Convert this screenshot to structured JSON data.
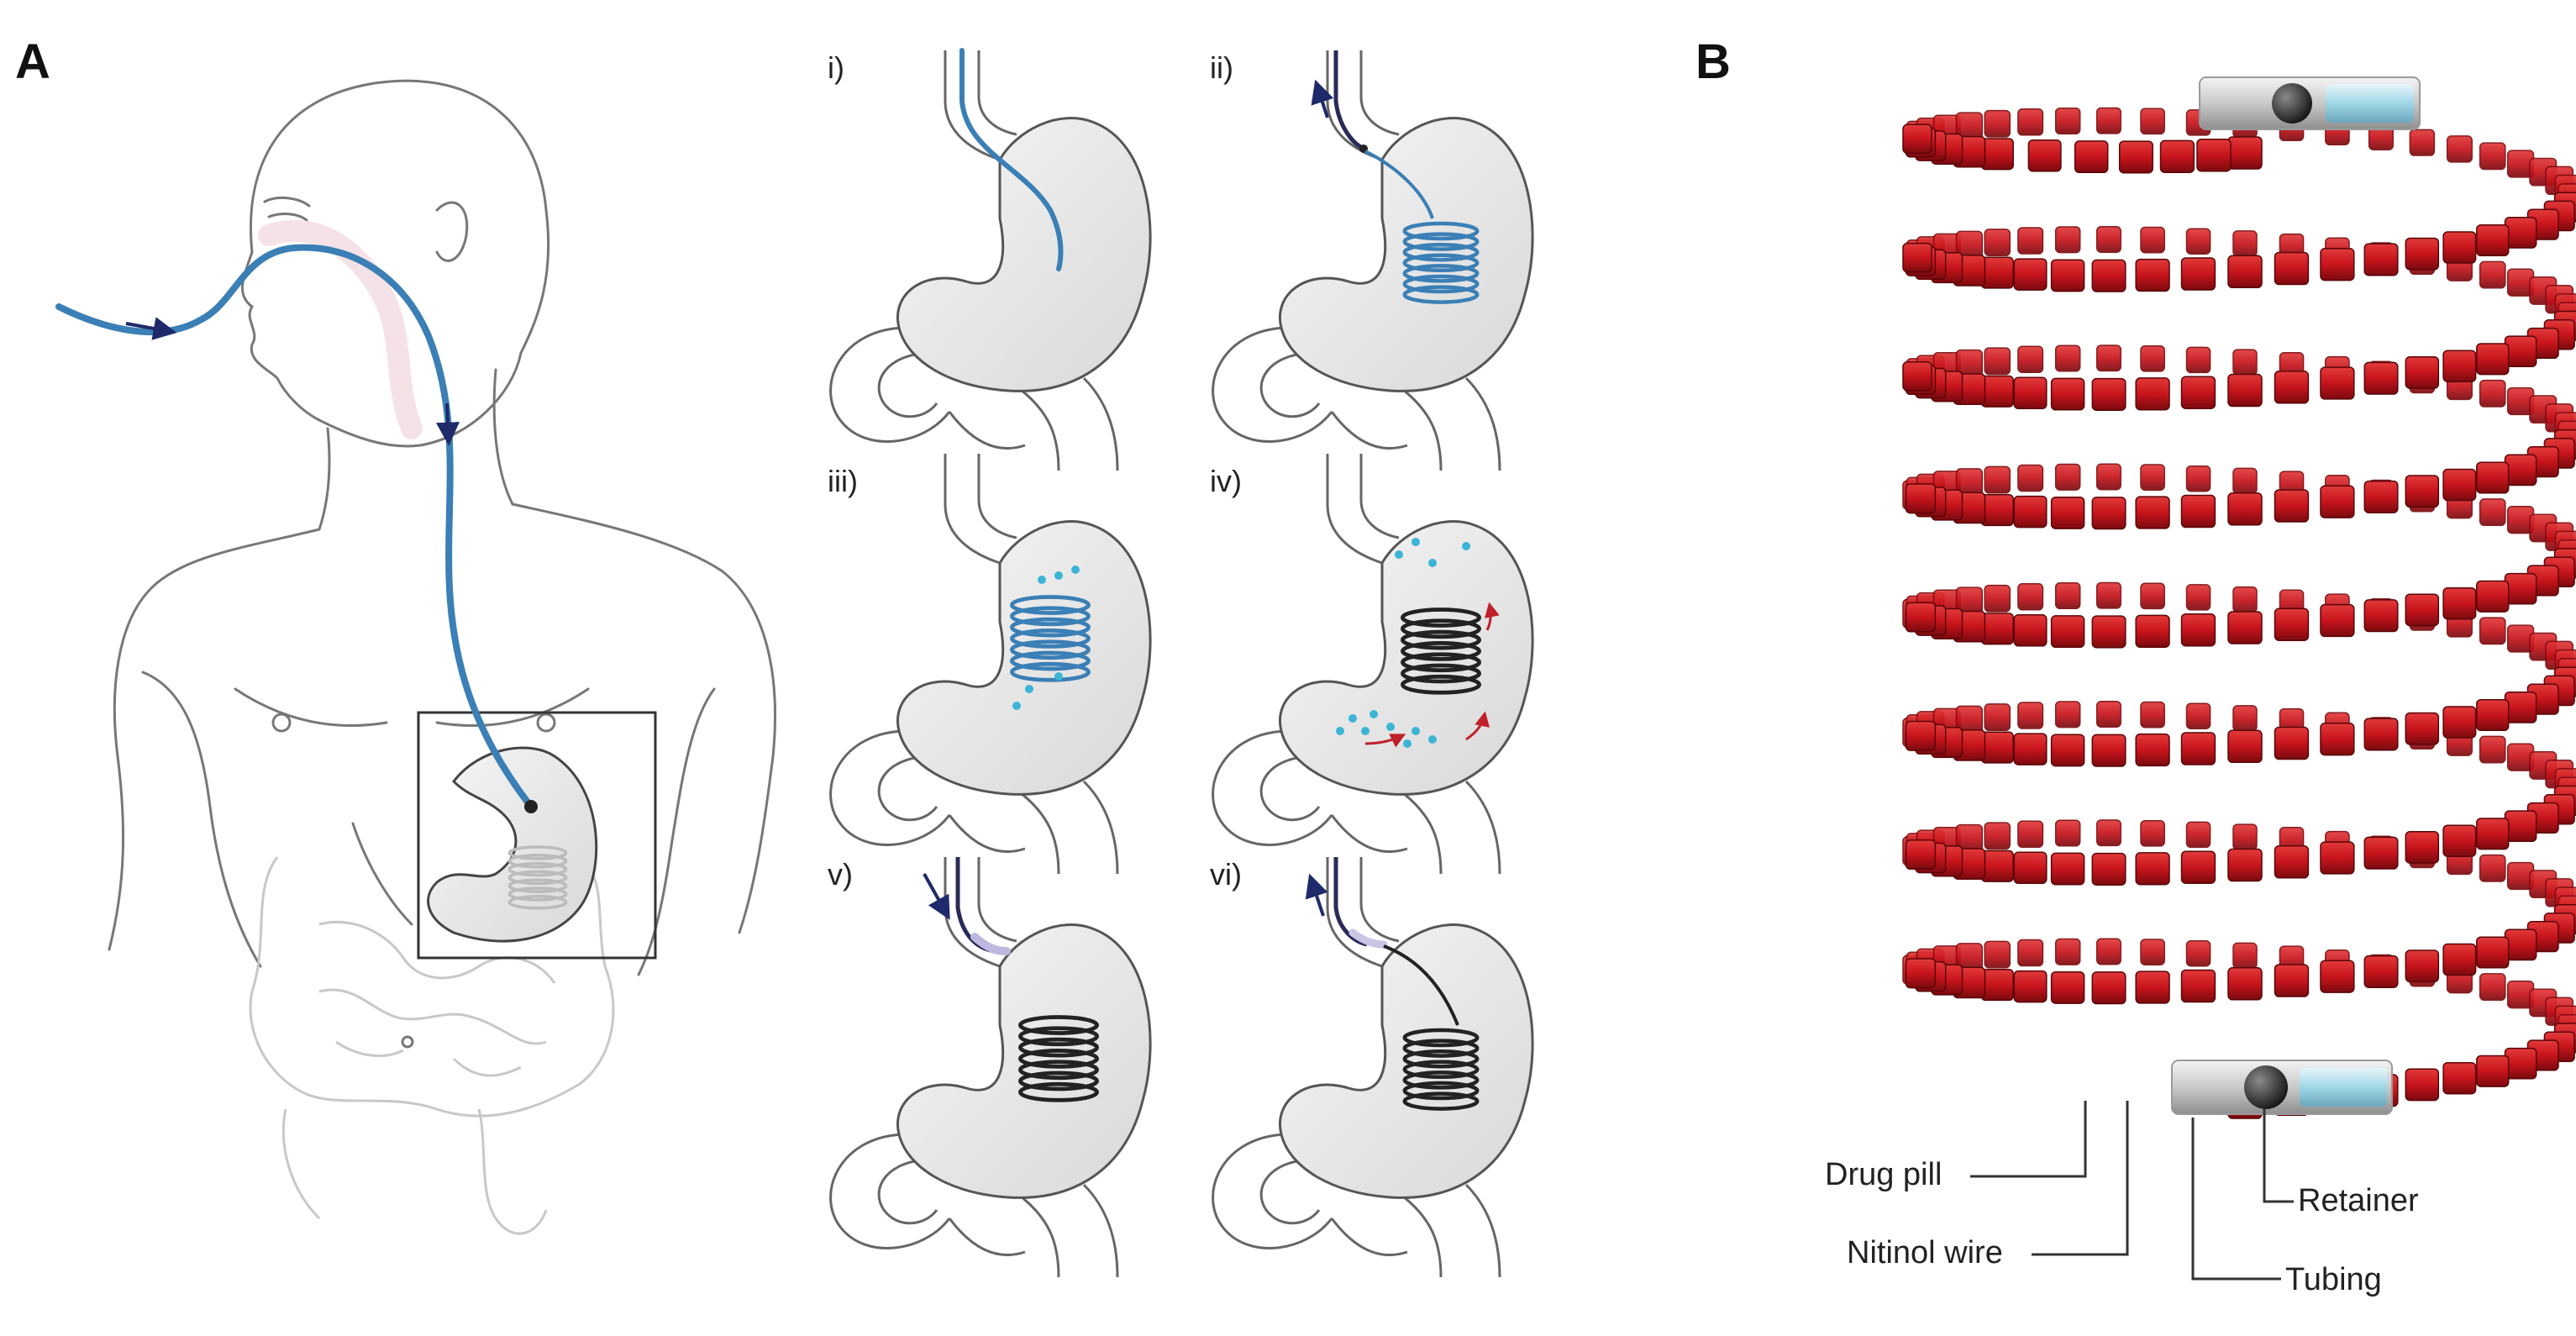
{
  "panels": {
    "a_label": "A",
    "b_label": "B"
  },
  "steps": [
    {
      "label": "i)"
    },
    {
      "label": "ii)"
    },
    {
      "label": "iii)"
    },
    {
      "label": "iv)"
    },
    {
      "label": "v)"
    },
    {
      "label": "vi)"
    }
  ],
  "callouts": {
    "drug_pill": "Drug pill",
    "nitinol_wire": "Nitinol wire",
    "retainer": "Retainer",
    "tubing": "Tubing"
  },
  "colors": {
    "tube_blue": "#3a7fb5",
    "arrow_navy": "#1f2a6b",
    "pill_red": "#c8141c",
    "drug_dot": "#3cb4d6",
    "flow_red": "#c0202a",
    "outline": "#555555",
    "stomach_fill": "#e9e9e9"
  }
}
